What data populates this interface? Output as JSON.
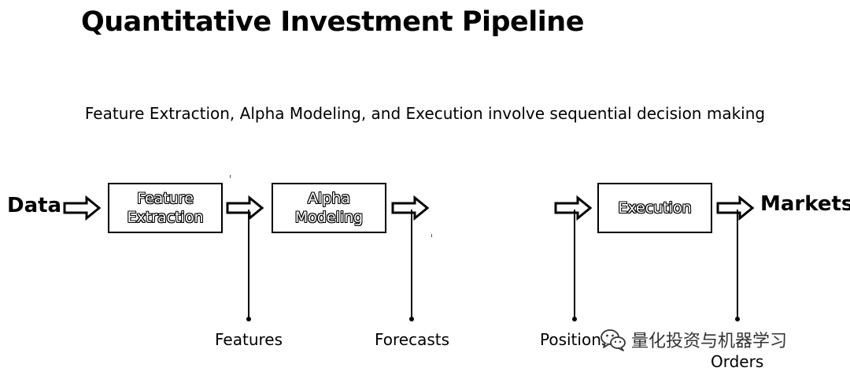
{
  "title": "Quantitative Investment Pipeline",
  "subtitle": "Feature Extraction, Alpha Modeling, and Execution involve sequential decision making",
  "input_label": "Data",
  "output_label": "Markets",
  "boxes": {
    "feature_extraction": "Feature Extraction",
    "alpha_modeling": "Alpha Modeling",
    "execution": "Execution"
  },
  "outputs": {
    "features": "Features",
    "forecasts": "Forecasts",
    "positions": "Positions",
    "orders": "Orders"
  },
  "watermark": {
    "icon": "wechat-icon",
    "text": "量化投资与机器学习"
  }
}
